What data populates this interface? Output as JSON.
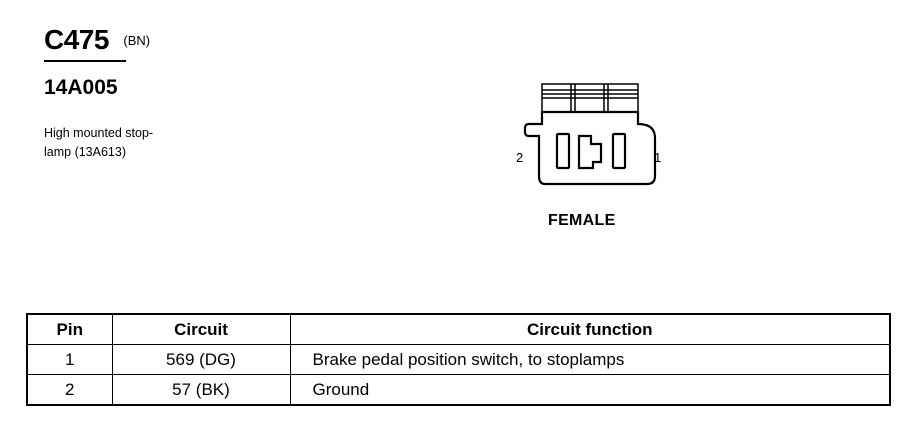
{
  "connector": {
    "id": "C475",
    "color_code": "(BN)",
    "part_number": "14A005",
    "description_lines": [
      "High mounted stop-",
      "lamp (13A613)"
    ],
    "pin_left_label": "2",
    "pin_right_label": "1",
    "gender": "FEMALE"
  },
  "table": {
    "headers": [
      "Pin",
      "Circuit",
      "Circuit function"
    ],
    "rows": [
      {
        "pin": "1",
        "circuit": "569 (DG)",
        "function": "Brake pedal position switch, to stoplamps"
      },
      {
        "pin": "2",
        "circuit": "57 (BK)",
        "function": "Ground"
      }
    ]
  }
}
